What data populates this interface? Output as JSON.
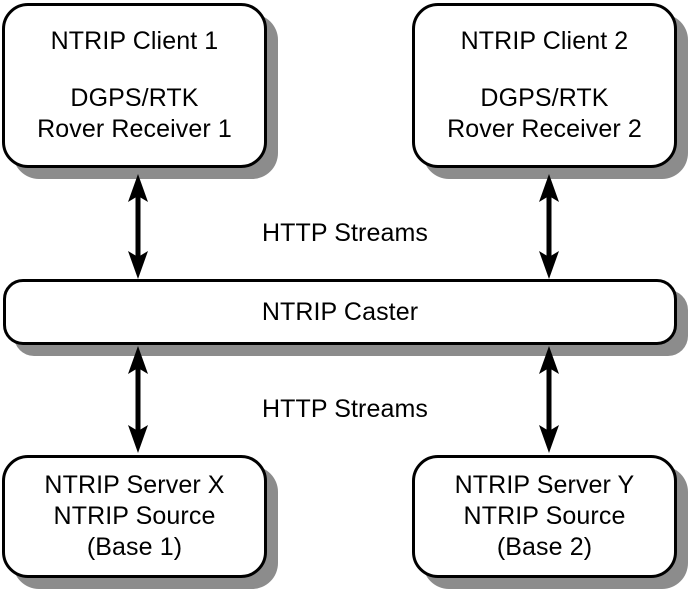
{
  "diagram": {
    "title": "NTRIP architecture diagram",
    "colors": {
      "box_fill": "#ffffff",
      "box_stroke": "#000000",
      "shadow": "#8c8c8c",
      "arrow": "#000000",
      "text": "#000000",
      "background": "#ffffff"
    },
    "nodes": [
      {
        "id": "client1",
        "lines": [
          "NTRIP Client 1",
          "DGPS/RTK",
          "Rover Receiver 1"
        ]
      },
      {
        "id": "client2",
        "lines": [
          "NTRIP Client 2",
          "DGPS/RTK",
          "Rover Receiver 2"
        ]
      },
      {
        "id": "caster",
        "lines": [
          "NTRIP Caster"
        ]
      },
      {
        "id": "serverx",
        "lines": [
          "NTRIP Server X",
          "NTRIP Source",
          "(Base 1)"
        ]
      },
      {
        "id": "servery",
        "lines": [
          "NTRIP Server Y",
          "NTRIP Source",
          "(Base 2)"
        ]
      }
    ],
    "edges": [
      {
        "id": "client1-caster",
        "label": "HTTP Streams",
        "from": "NTRIP Client 1",
        "to": "NTRIP Caster",
        "direction": "bidirectional"
      },
      {
        "id": "client2-caster",
        "label": "HTTP Streams",
        "from": "NTRIP Client 2",
        "to": "NTRIP Caster",
        "direction": "bidirectional"
      },
      {
        "id": "caster-serverx",
        "label": "HTTP Streams",
        "from": "NTRIP Caster",
        "to": "NTRIP Server X",
        "direction": "bidirectional"
      },
      {
        "id": "caster-servery",
        "label": "HTTP Streams",
        "from": "NTRIP Caster",
        "to": "NTRIP Server Y",
        "direction": "bidirectional"
      }
    ],
    "edge_labels": {
      "top": "HTTP Streams",
      "bottom": "HTTP Streams"
    }
  }
}
